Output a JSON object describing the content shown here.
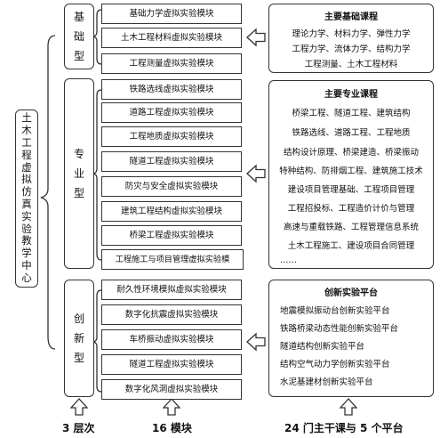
{
  "center_title": "土木工程虚拟仿真实验教学中心",
  "categories": [
    {
      "label": "基础型"
    },
    {
      "label": "专业型"
    },
    {
      "label": "创新型"
    }
  ],
  "modules": [
    [
      "基础力学虚拟实验模块",
      "土木工程材料虚拟实验模块",
      "工程测量虚拟实验模块"
    ],
    [
      "铁路选线虚拟实验模块",
      "道路工程虚拟实验模块",
      "工程地质虚拟实验模块",
      "隧道工程虚拟实验模块",
      "防灾与安全虚拟实验模块",
      "建筑工程结构虚拟实验模块",
      "桥梁工程虚拟实验模块",
      "工程施工与项目管理虚拟实验模"
    ],
    [
      "耐久性环境模拟虚拟实验模块",
      "数字化抗震虚拟实验模块",
      "车桥振动虚拟实验模块",
      "隧道工程虚拟实验模块",
      "数字化风洞虚拟实验模块"
    ]
  ],
  "panels": {
    "basic": {
      "title": "主要基础课程",
      "lines": [
        "理论力学、材料力学、弹性力学",
        "工程力学、流体力学、结构力学",
        "工程测量、土木工程材料"
      ]
    },
    "professional": {
      "title": "主要专业课程",
      "lines": [
        "桥梁工程、隧道工程、建筑结构",
        "铁路选线、道路工程、工程地质",
        "结构设计原理、桥梁建造、桥梁振动",
        "特种结构、防排烟工程、建筑施工技术",
        "建设项目管理基础、工程项目管理",
        "工程招投标、工程造价计价与管理",
        "高速与重载铁路、工程管理信息系统",
        "土木工程施工、建设项目合同管理",
        "……"
      ]
    },
    "innovation": {
      "title": "创新实验平台",
      "lines": [
        "地震模拟振动台创新实验平台",
        "铁路桥梁动态性能创新实验平台",
        "隧道结构创新实验平台",
        "结构空气动力学创新实验平台",
        "水泥基建材创新实验平台"
      ]
    }
  },
  "footer": {
    "levels": "3 层次",
    "modules": "16 模块",
    "courses": "24 门主干课与 5 个平台"
  }
}
